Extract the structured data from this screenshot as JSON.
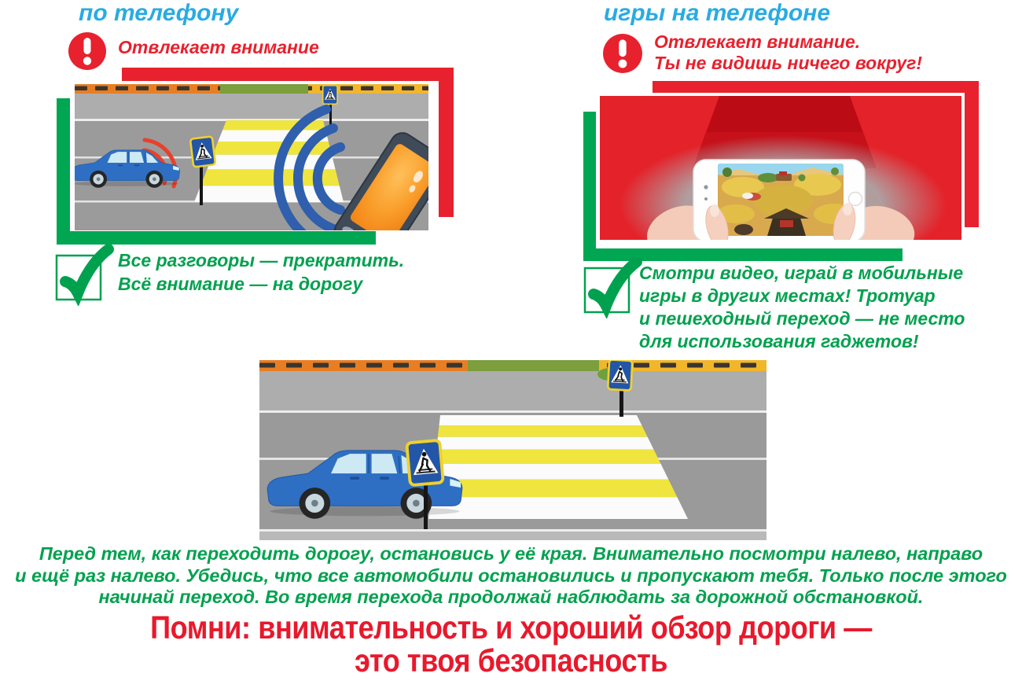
{
  "colors": {
    "title_blue": "#29ABE2",
    "warning_red": "#E8212E",
    "advice_green": "#00A14E",
    "frame_green": "#00A651",
    "panel_red": "#E4222A",
    "heading_red": "#E8192C",
    "car_blue": "#2E6FC4",
    "road_gray": "#9B9B9B",
    "sidewalk_orange": "#E87E23",
    "grass_green": "#7C9E3C",
    "fence_yellow": "#F2B62A",
    "zebra_yellow": "#EFE53E"
  },
  "icons": {
    "warning": "exclamation-circle-icon",
    "advice": "checkbox-checkmark-icon",
    "crosswalk_sign": "pedestrian-crossing-sign-icon"
  },
  "left_panel": {
    "title": "по телефону",
    "warning": "Отвлекает внимание",
    "advice_lines": [
      "Все разговоры — прекратить.",
      "Всё внимание — на дорогу"
    ]
  },
  "right_panel": {
    "title": "игры на телефоне",
    "warning_lines": [
      "Отвлекает внимание.",
      "Ты не видишь ничего вокруг!"
    ],
    "advice_lines": [
      "Смотри видео, играй в мобильные",
      "игры в других местах! Тротуар",
      "и пешеходный переход — не место",
      "для использования гаджетов!"
    ]
  },
  "footer": {
    "paragraph_lines": [
      "Перед тем, как переходить дорогу, остановись у её края. Внимательно посмотри налево, направо",
      "и ещё раз налево. Убедись, что все автомобили остановились и пропускают тебя. Только после этого",
      "начинай переход. Во время перехода продолжай наблюдать за дорожной обстановкой."
    ],
    "heading_lines": [
      "Помни: внимательность и хороший обзор дороги —",
      "это твоя безопасность"
    ]
  }
}
